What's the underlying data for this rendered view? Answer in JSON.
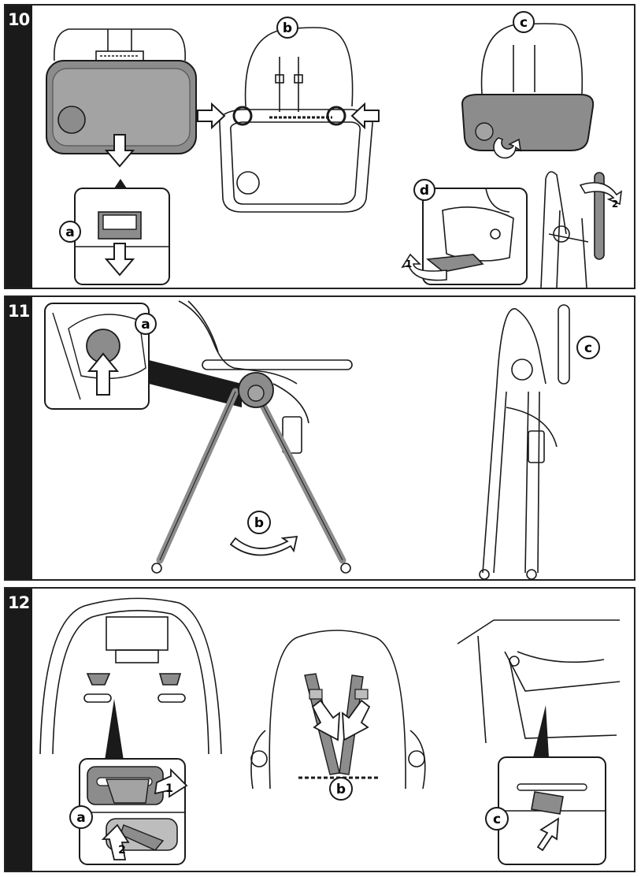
{
  "steps": [
    {
      "number": "10",
      "labels": {
        "a": "a",
        "b": "b",
        "c": "c",
        "d": "d",
        "arrow1": "1",
        "arrow2": "2"
      }
    },
    {
      "number": "11",
      "labels": {
        "a": "a",
        "b": "b",
        "c": "c"
      }
    },
    {
      "number": "12",
      "labels": {
        "a": "a",
        "b": "b",
        "c": "c",
        "arrow1": "1",
        "arrow2": "2"
      }
    }
  ],
  "colors": {
    "ink": "#1a1a1a",
    "grey": "#8c8c8c",
    "light_grey": "#bdbdbd"
  }
}
